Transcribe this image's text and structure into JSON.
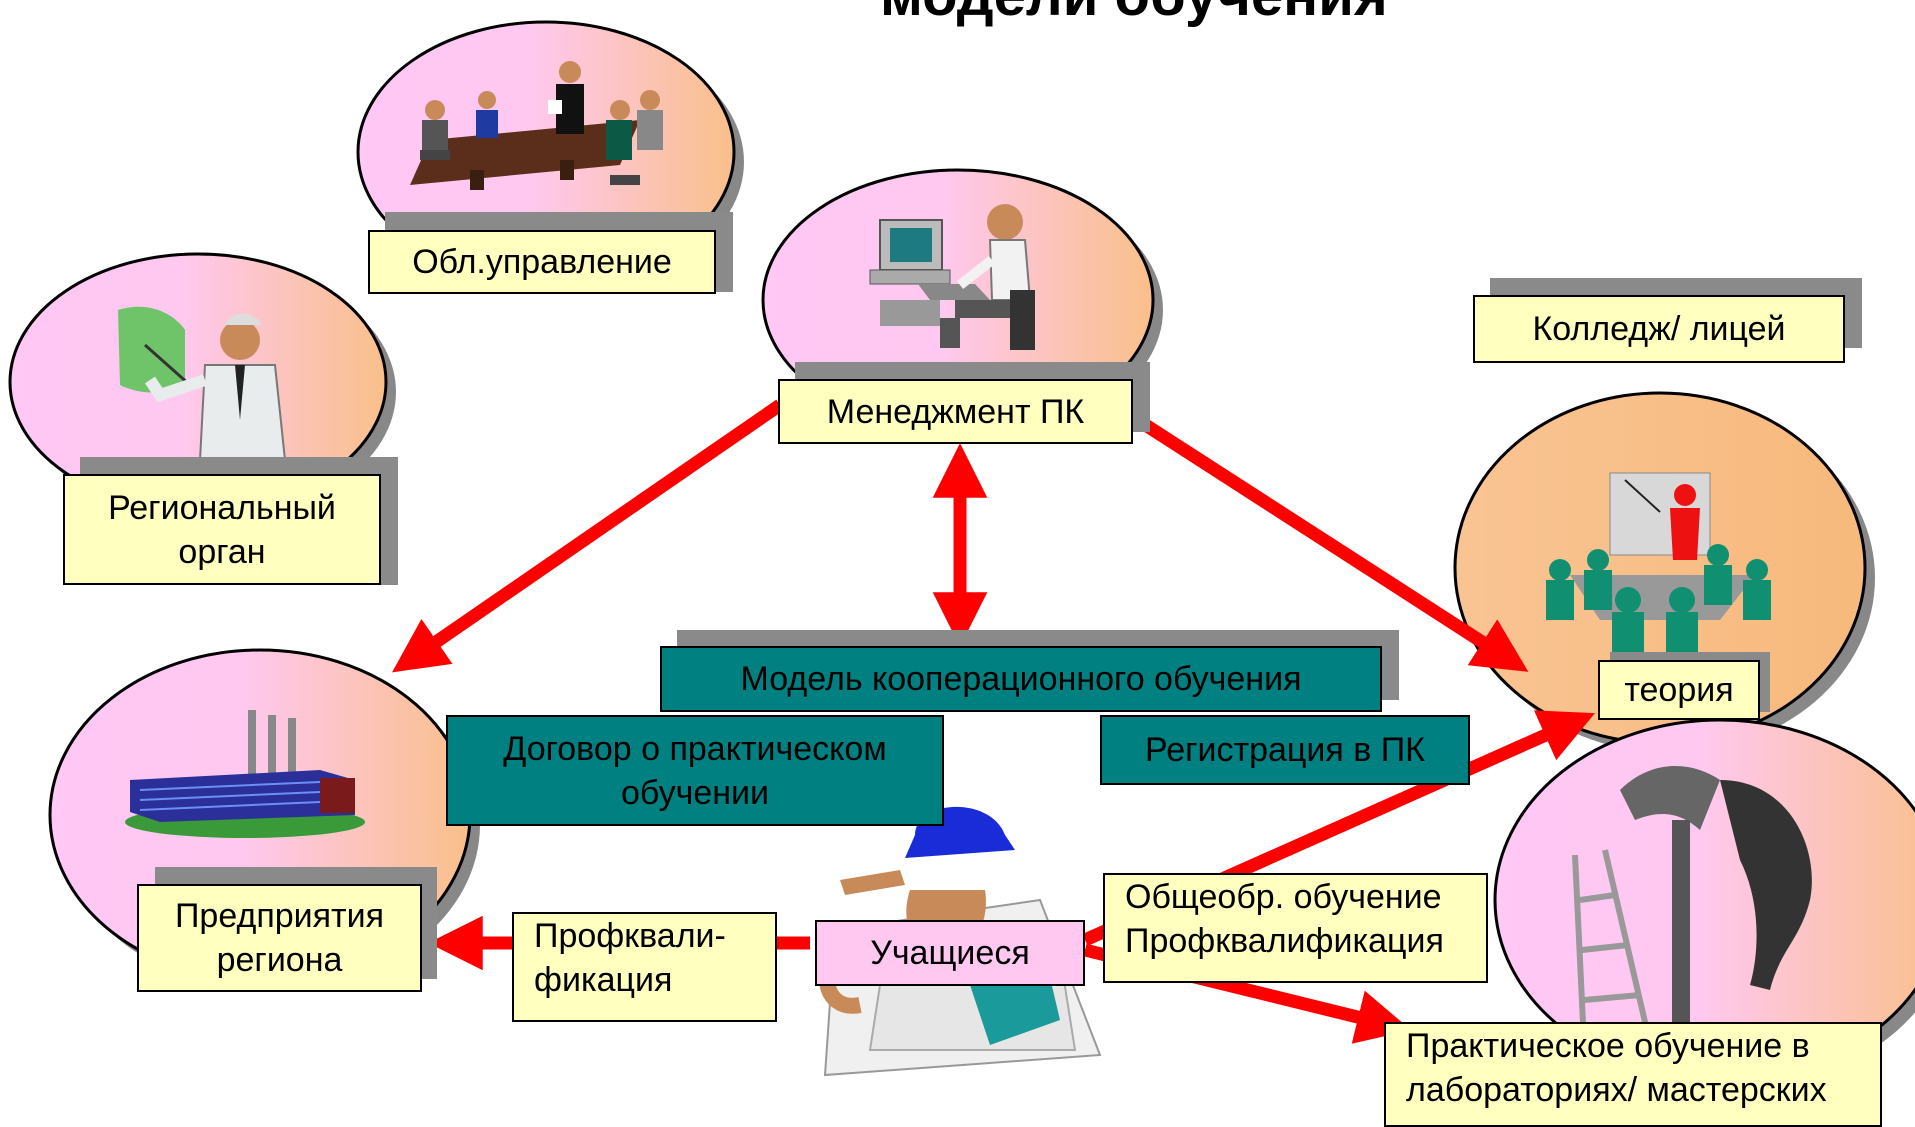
{
  "title": "модели обучения",
  "nodes": {
    "obl": "Обл.управление",
    "regional_line1": "Региональный",
    "regional_line2": "орган",
    "management": "Менеджмент ПК",
    "college": "Колледж/ лицей",
    "theory": "теория",
    "enterprises_line1": "Предприятия",
    "enterprises_line2": "региона",
    "coop_model": "Модель кооперационного обучения",
    "contract_line1": "Договор о практическом",
    "contract_line2": "обучении",
    "registration": "Регистрация в ПК",
    "students": "Учащиеся",
    "prof_line1": "Профквали-",
    "prof_line2": "фикация",
    "general_line1": "Общеобр. обучение",
    "general_line2": "Профквалификация",
    "practical_line1": "Практическое обучение в",
    "practical_line2": "лабораториях/ мастерских"
  },
  "colors": {
    "arrow": "#ff0000",
    "label_yellow": "#ffffc0",
    "label_teal": "#008080",
    "label_pink": "#ffc8f0",
    "oval_pink": "#ffc8f0",
    "oval_peach": "#f9c493"
  },
  "icons": [
    "meeting-icon",
    "presenter-icon",
    "computer-user-icon",
    "classroom-icon",
    "factory-icon",
    "worker-icon",
    "tools-icon"
  ]
}
